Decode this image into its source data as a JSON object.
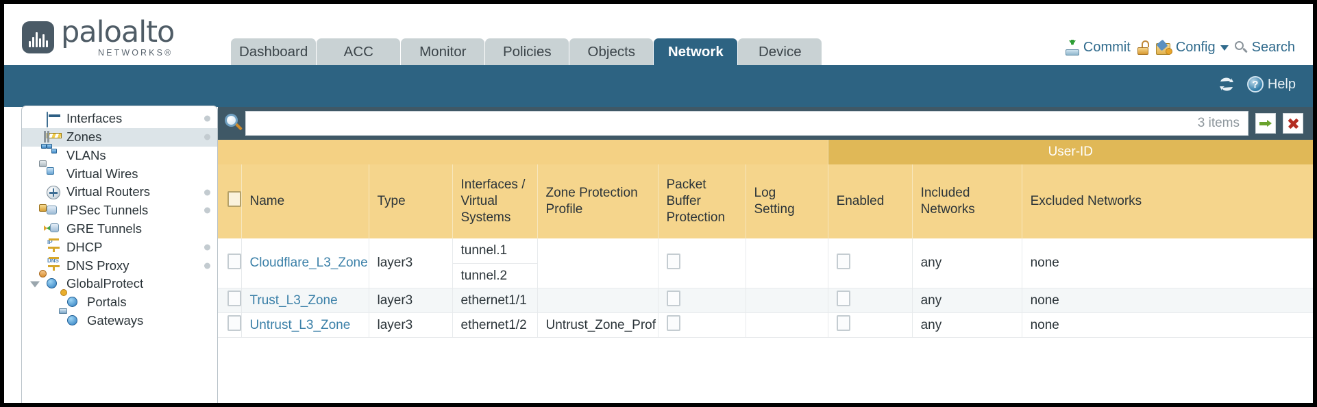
{
  "brand": {
    "name": "paloalto",
    "tagline": "NETWORKS",
    "registered": "®"
  },
  "nav": {
    "tabs": [
      {
        "label": "Dashboard",
        "active": false
      },
      {
        "label": "ACC",
        "active": false
      },
      {
        "label": "Monitor",
        "active": false
      },
      {
        "label": "Policies",
        "active": false
      },
      {
        "label": "Objects",
        "active": false
      },
      {
        "label": "Network",
        "active": true
      },
      {
        "label": "Device",
        "active": false
      }
    ]
  },
  "top_actions": {
    "commit": "Commit",
    "config": "Config",
    "search": "Search",
    "lock_icon": "padlock-open-icon",
    "commit_icon": "commit-icon",
    "config_icon": "config-icon",
    "search_icon": "search-icon",
    "caret_icon": "chevron-down-icon"
  },
  "blue_bar": {
    "refresh_icon": "refresh-icon",
    "help_label": "Help",
    "help_icon": "help-question-icon"
  },
  "sidebar": {
    "items": [
      {
        "label": "Interfaces",
        "icon": "interfaces-icon",
        "selected": false,
        "child": false,
        "dot": true,
        "expander": false
      },
      {
        "label": "Zones",
        "icon": "zones-icon",
        "selected": true,
        "child": false,
        "dot": true,
        "expander": false
      },
      {
        "label": "VLANs",
        "icon": "vlans-icon",
        "selected": false,
        "child": false,
        "dot": false,
        "expander": false
      },
      {
        "label": "Virtual Wires",
        "icon": "virtual-wires-icon",
        "selected": false,
        "child": false,
        "dot": false,
        "expander": false
      },
      {
        "label": "Virtual Routers",
        "icon": "virtual-routers-icon",
        "selected": false,
        "child": false,
        "dot": true,
        "expander": false
      },
      {
        "label": "IPSec Tunnels",
        "icon": "ipsec-tunnels-icon",
        "selected": false,
        "child": false,
        "dot": true,
        "expander": false
      },
      {
        "label": "GRE Tunnels",
        "icon": "gre-tunnels-icon",
        "selected": false,
        "child": false,
        "dot": false,
        "expander": false
      },
      {
        "label": "DHCP",
        "icon": "dhcp-icon",
        "selected": false,
        "child": false,
        "dot": true,
        "expander": false
      },
      {
        "label": "DNS Proxy",
        "icon": "dns-proxy-icon",
        "selected": false,
        "child": false,
        "dot": true,
        "expander": false
      },
      {
        "label": "GlobalProtect",
        "icon": "globalprotect-icon",
        "selected": false,
        "child": false,
        "dot": false,
        "expander": true
      },
      {
        "label": "Portals",
        "icon": "portals-icon",
        "selected": false,
        "child": true,
        "dot": false,
        "expander": false
      },
      {
        "label": "Gateways",
        "icon": "gateways-icon",
        "selected": false,
        "child": true,
        "dot": false,
        "expander": false
      }
    ]
  },
  "search": {
    "value": "",
    "items_count": "3 items",
    "magnifier_icon": "search-icon",
    "go_icon": "arrow-right-icon",
    "clear_icon": "close-icon"
  },
  "table": {
    "group_headers": [
      {
        "label": "",
        "span": 7
      },
      {
        "label": "User-ID",
        "span": 3
      }
    ],
    "columns": [
      "Name",
      "Type",
      "Interfaces / Virtual Systems",
      "Zone Protection Profile",
      "Packet Buffer Protection",
      "Log Setting",
      "Enabled",
      "Included Networks",
      "Excluded Networks"
    ],
    "rows": [
      {
        "name": "Cloudflare_L3_Zone",
        "type": "layer3",
        "interfaces": [
          "tunnel.1",
          "tunnel.2"
        ],
        "zone_protection_profile": "",
        "packet_buffer_protection": false,
        "log_setting": "",
        "userid_enabled": false,
        "included_networks": "any",
        "excluded_networks": "none",
        "alt": false
      },
      {
        "name": "Trust_L3_Zone",
        "type": "layer3",
        "interfaces": [
          "ethernet1/1"
        ],
        "zone_protection_profile": "",
        "packet_buffer_protection": false,
        "log_setting": "",
        "userid_enabled": false,
        "included_networks": "any",
        "excluded_networks": "none",
        "alt": true
      },
      {
        "name": "Untrust_L3_Zone",
        "type": "layer3",
        "interfaces": [
          "ethernet1/2"
        ],
        "zone_protection_profile": "Untrust_Zone_Prof",
        "packet_buffer_protection": false,
        "log_setting": "",
        "userid_enabled": false,
        "included_networks": "any",
        "excluded_networks": "none",
        "alt": false
      }
    ]
  },
  "colors": {
    "brand_blue": "#2d6382",
    "header_yellow": "#f5d58c",
    "group_yellow": "#e0b857",
    "link_blue": "#3b80a8",
    "panel_dark": "#3f5866"
  }
}
